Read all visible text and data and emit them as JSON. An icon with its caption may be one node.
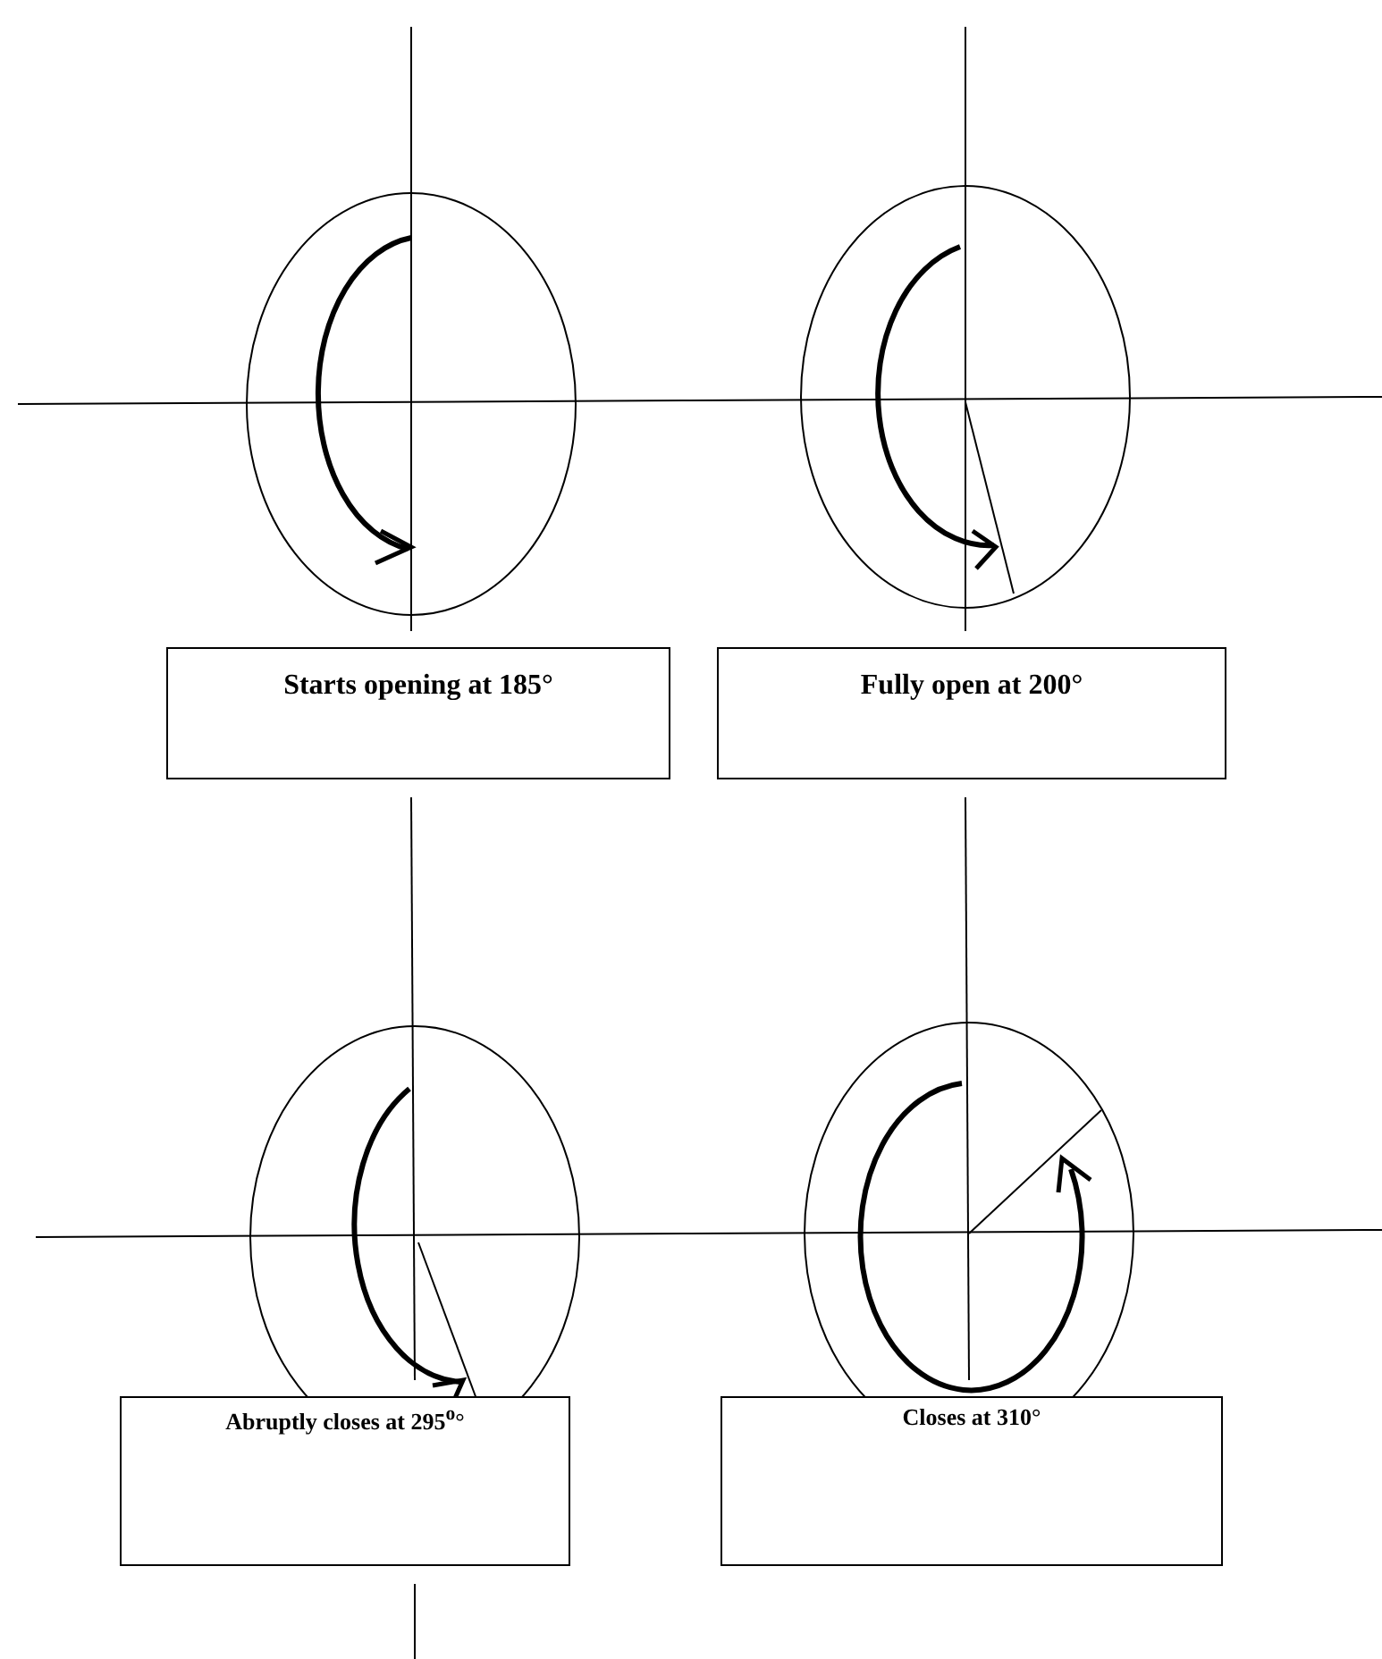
{
  "diagram": {
    "nodes": [
      {
        "text": [
          "Starts opening at 185°"
        ]
      },
      {
        "text": [
          "Fully open at 200°"
        ]
      },
      {
        "text": [
          "Abruptly closes at 295$^{o}$°"
        ]
      },
      {
        "text": [
          "Closes at 310°"
        ]
      }
    ]
  }
}
